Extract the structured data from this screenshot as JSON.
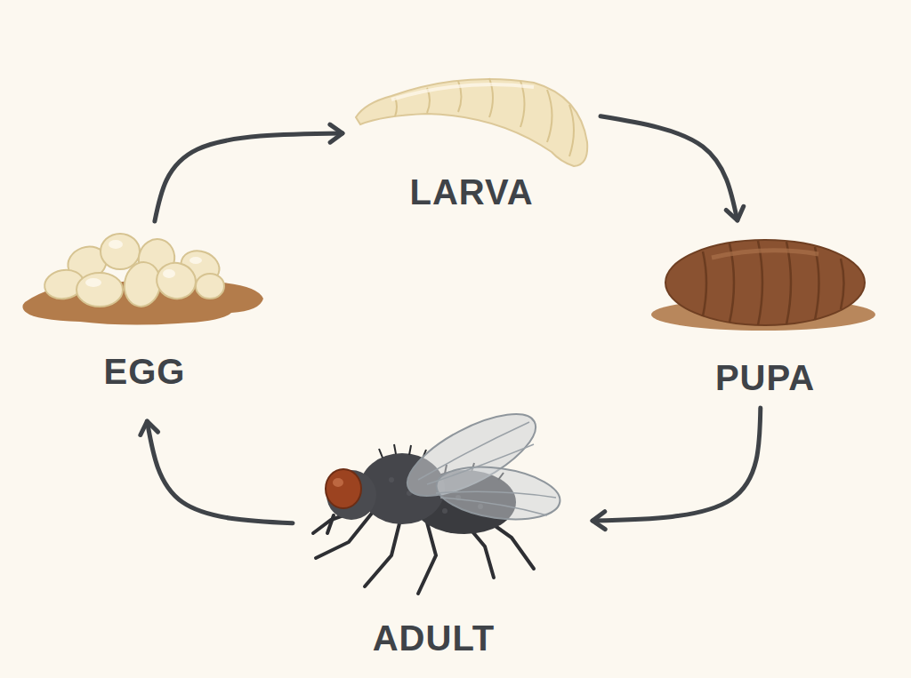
{
  "diagram": {
    "nodes": [
      {
        "text": [
          "EGG"
        ]
      },
      {
        "text": [
          "LARVA"
        ]
      },
      {
        "text": [
          "PUPA"
        ]
      },
      {
        "text": [
          "ADULT"
        ]
      }
    ],
    "edges": [
      {
        "from": 0,
        "to": 1,
        "arrow": "to"
      },
      {
        "from": 1,
        "to": 2,
        "arrow": "to"
      },
      {
        "from": 2,
        "to": 3,
        "arrow": "to"
      },
      {
        "from": 3,
        "to": 0,
        "arrow": "to"
      }
    ]
  }
}
